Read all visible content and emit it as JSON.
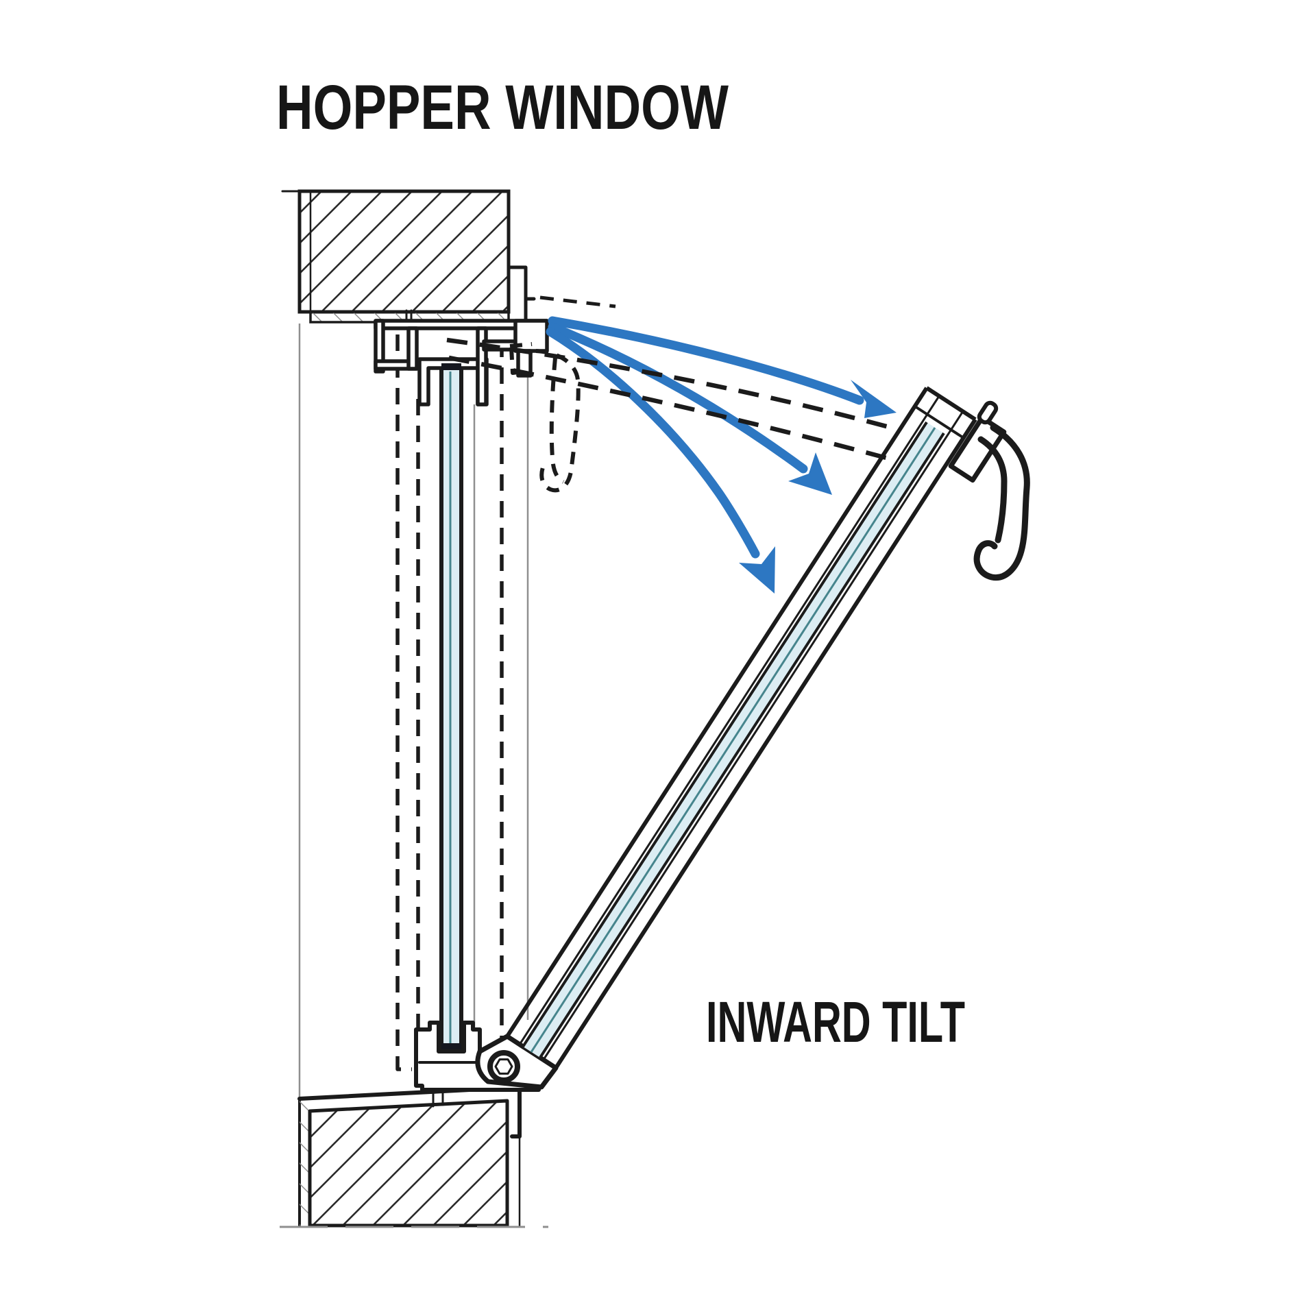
{
  "diagram": {
    "title": "HOPPER WINDOW",
    "tilt_label": "INWARD TILT",
    "arrow_count": 3
  },
  "colors": {
    "line": "#1b1b1b",
    "accent-blue": "#2d77c2",
    "glazing-fill": "#dcedf3",
    "glazing-center": "#46858d",
    "construction-gray": "#8f8f8f",
    "background": "#ffffff"
  }
}
